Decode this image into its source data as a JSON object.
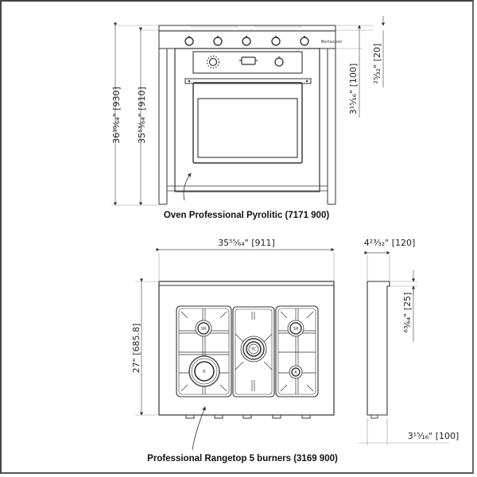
{
  "oven": {
    "caption": "Oven Professional Pyrolitic (7171 900)",
    "dims": {
      "total_height": "36³⁹⁄₆₄\" [930]",
      "body_height": "35⁵³⁄₆₄\" [910]",
      "top_to_panel": "3¹⁵⁄₁₆\" [100]",
      "top_trim": "²⁵⁄₃₂\" [20]"
    },
    "brand_label": "Bertazzoni"
  },
  "rangetop": {
    "caption": "Professional Rangetop 5 burners (3169 900)",
    "dims": {
      "width": "35⁵⁵⁄₆₄\" [911]",
      "depth": "27\" [685.8]",
      "side_depth": "4²³⁄₃₂\" [120]",
      "side_lip": "⁶³⁄₆₄\" [25]",
      "side_base": "3¹⁵⁄₁₆\" [100]"
    },
    "burners": [
      {
        "label": "SR",
        "position": "left-rear"
      },
      {
        "label": "R",
        "position": "left-front"
      },
      {
        "label": "TC",
        "position": "center"
      },
      {
        "label": "SR",
        "position": "right-rear"
      },
      {
        "label": "A",
        "position": "right-front"
      }
    ]
  }
}
